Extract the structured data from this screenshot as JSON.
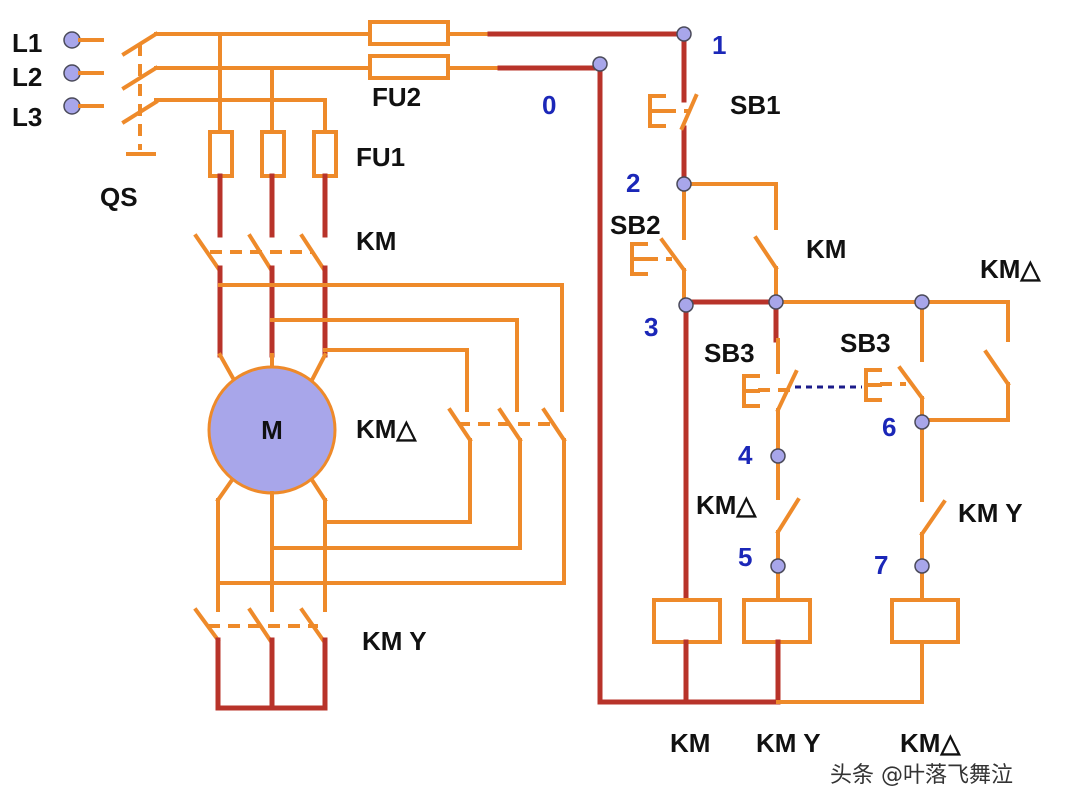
{
  "labels": {
    "l1": "L1",
    "l2": "L2",
    "l3": "L3",
    "qs": "QS",
    "fu2": "FU2",
    "fu1": "FU1",
    "km_main": "KM",
    "motor": "M",
    "km_delta_main": "KM△",
    "km_y_main": "KM Y",
    "sb1": "SB1",
    "sb2": "SB2",
    "km_aux": "KM",
    "km_delta_aux": "KM△",
    "sb3_left": "SB3",
    "sb3_right": "SB3",
    "km_delta_interlock": "KM△",
    "km_y_interlock": "KM Y",
    "coil_km": "KM",
    "coil_km_y": "KM Y",
    "coil_km_delta": "KM△"
  },
  "nodes": {
    "n0": "0",
    "n1": "1",
    "n2": "2",
    "n3": "3",
    "n4": "4",
    "n5": "5",
    "n6": "6",
    "n7": "7"
  },
  "watermark": "头条 @叶落飞舞泣",
  "colors": {
    "wire": "#ee8a2a",
    "active_wire": "#b8332a",
    "node_label": "#1b27b8",
    "motor_fill": "#a8a6ea",
    "terminal": "#a8a6ea"
  }
}
